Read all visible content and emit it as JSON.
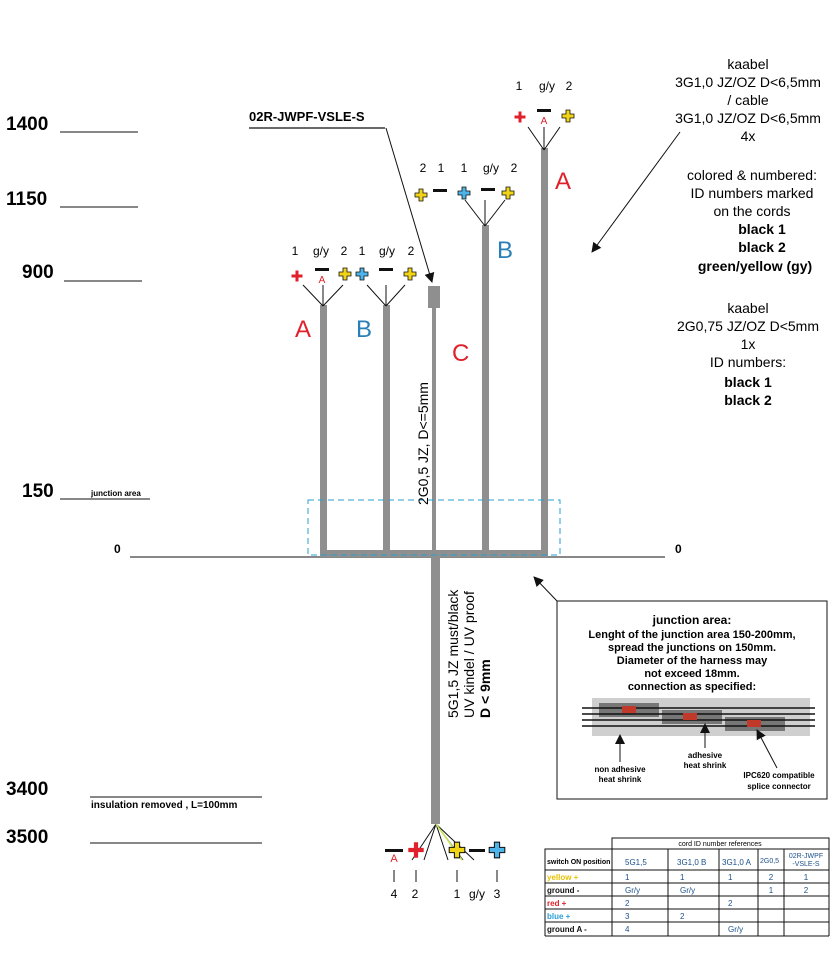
{
  "levels": {
    "l1400": "1400",
    "l1150": "1150",
    "l900": "900",
    "l150": "150",
    "l150_note": "junction area",
    "l0_left": "0",
    "l0_right": "0",
    "l3400": "3400",
    "l3400_note": "insulation removed , L=100mm",
    "l3500": "3500"
  },
  "connector_label": "02R-JWPF-VSLE-S",
  "right_notes": {
    "cable4_lines": [
      "kaabel",
      "3G1,0 JZ/OZ D<6,5mm",
      "/ cable",
      "3G1,0 JZ/OZ D<6,5mm",
      "4x"
    ],
    "cable4_id_lines": [
      "colored & numbered:",
      "ID numbers marked",
      "on the cords"
    ],
    "cable4_id_bold": [
      "black 1",
      "black 2",
      "green/yellow (gy)"
    ],
    "cable2_lines": [
      "kaabel",
      "2G0,75 JZ/OZ D<5mm",
      "1x",
      "ID numbers:"
    ],
    "cable2_bold": [
      "black 1",
      "black 2"
    ]
  },
  "branches": {
    "a_top": {
      "letter": "A",
      "pins": [
        "1",
        "g/y",
        "2"
      ],
      "pol_a": "A"
    },
    "b_top": {
      "letter": "B",
      "pins": [
        "2",
        "1",
        "1",
        "g/y",
        "2"
      ]
    },
    "a_left": {
      "letter": "A",
      "pins": [
        "1",
        "g/y",
        "2"
      ],
      "pol_a": "A"
    },
    "b_left": {
      "letter": "B",
      "pins": [
        "1",
        "g/y",
        "2"
      ]
    },
    "c": {
      "letter": "C",
      "spec": "2G0,5 JZ, D<=5mm"
    }
  },
  "main_cable_spec": [
    "5G1,5 JZ must/black",
    "UV kindel / UV proof",
    "D < 9mm"
  ],
  "bottom_pins": {
    "labels": [
      "4",
      "2",
      "1",
      "g/y",
      "3"
    ],
    "pol_a": "A"
  },
  "junction_box": {
    "title": "junction area:",
    "lines": [
      "Lenght of the junction area 150-200mm,",
      "spread the junctions on 150mm.",
      "Diameter of the harness may",
      "not exceed 18mm.",
      "connection as specified:"
    ],
    "callout1": [
      "non adhesive",
      "heat shrink"
    ],
    "callout2": [
      "adhesive",
      "heat shrink"
    ],
    "callout3": [
      "IPC620 compatible",
      "splice connector"
    ]
  },
  "table": {
    "title": "cord ID number references",
    "headers": [
      "switch ON position",
      "5G1,5",
      "3G1,0 B",
      "3G1,0 A",
      "2G0,5",
      "02R-JWPF -VSLE-S"
    ],
    "rows": [
      {
        "label": "yellow +",
        "color": "#e6c200",
        "cells": [
          "1",
          "1",
          "1",
          "2",
          "1"
        ]
      },
      {
        "label": "ground -",
        "color": "#111111",
        "cells": [
          "Gr/y",
          "Gr/y",
          "",
          "1",
          "2"
        ]
      },
      {
        "label": "red +",
        "color": "#e0202a",
        "cells": [
          "2",
          "",
          "2",
          "",
          ""
        ]
      },
      {
        "label": "blue +",
        "color": "#2a9fd6",
        "cells": [
          "3",
          "2",
          "",
          "",
          ""
        ]
      },
      {
        "label": "ground  A -",
        "color": "#111111",
        "cells": [
          "4",
          "",
          "Gr/y",
          "",
          ""
        ]
      }
    ]
  },
  "colors": {
    "red": "#e0202a",
    "blue": "#2a7fb6",
    "yellow": "#f2d416",
    "cable": "#8f8f8f"
  }
}
